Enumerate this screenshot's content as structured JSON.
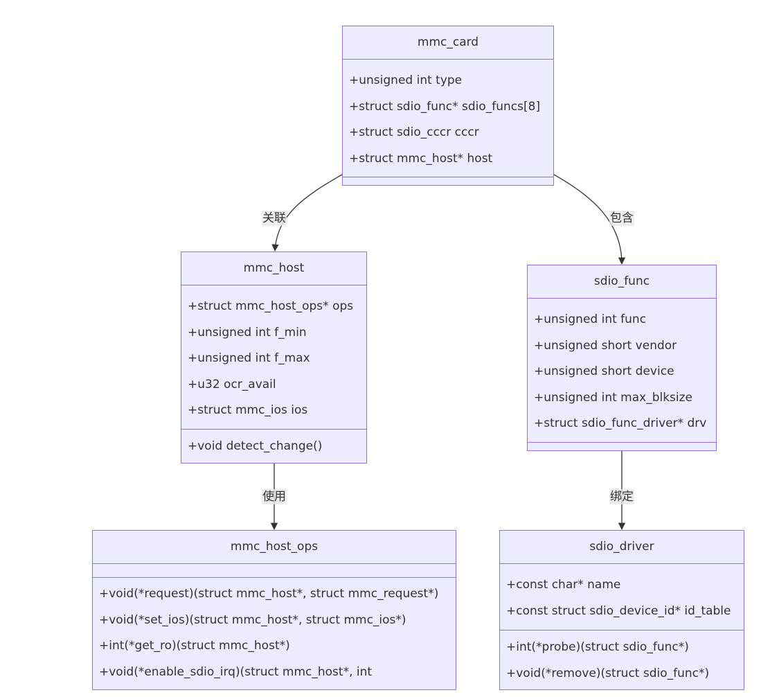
{
  "classes": {
    "mmc_card": {
      "name": "mmc_card",
      "attributes": [
        "+unsigned int type",
        "+struct sdio_func* sdio_funcs[8]",
        "+struct sdio_cccr cccr",
        "+struct mmc_host* host"
      ],
      "methods": []
    },
    "mmc_host": {
      "name": "mmc_host",
      "attributes": [
        "+struct mmc_host_ops* ops",
        "+unsigned int f_min",
        "+unsigned int f_max",
        "+u32 ocr_avail",
        "+struct mmc_ios ios"
      ],
      "methods": [
        "+void detect_change()"
      ]
    },
    "sdio_func": {
      "name": "sdio_func",
      "attributes": [
        "+unsigned int func",
        "+unsigned short vendor",
        "+unsigned short device",
        "+unsigned int max_blksize",
        "+struct sdio_func_driver* drv"
      ],
      "methods": []
    },
    "mmc_host_ops": {
      "name": "mmc_host_ops",
      "attributes": [],
      "methods": [
        "+void(*request)(struct mmc_host*, struct mmc_request*)",
        "+void(*set_ios)(struct mmc_host*, struct mmc_ios*)",
        "+int(*get_ro)(struct mmc_host*)",
        "+void(*enable_sdio_irq)(struct mmc_host*, int"
      ]
    },
    "sdio_driver": {
      "name": "sdio_driver",
      "attributes": [
        "+const char* name",
        "+const struct sdio_device_id* id_table"
      ],
      "methods": [
        "+int(*probe)(struct sdio_func*)",
        "+void(*remove)(struct sdio_func*)"
      ]
    }
  },
  "relations": [
    {
      "from": "mmc_card",
      "to": "mmc_host",
      "label": "关联"
    },
    {
      "from": "mmc_card",
      "to": "sdio_func",
      "label": "包含"
    },
    {
      "from": "mmc_host",
      "to": "mmc_host_ops",
      "label": "使用"
    },
    {
      "from": "sdio_func",
      "to": "sdio_driver",
      "label": "绑定"
    }
  ],
  "colors": {
    "box_fill": "#ececff",
    "box_border": "#9370db",
    "line": "#333333",
    "label_bg": "#e8e8e8"
  }
}
